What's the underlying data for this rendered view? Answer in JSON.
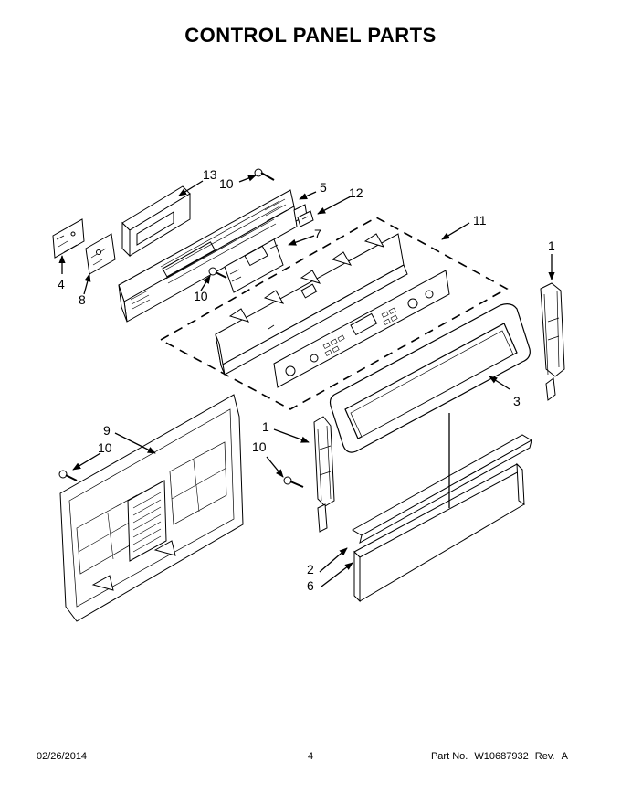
{
  "title": "CONTROL PANEL PARTS",
  "footer": {
    "date": "02/26/2014",
    "page": "4",
    "part_label": "Part No.",
    "part_number": "W10687932",
    "rev_label": "Rev.",
    "rev": "A"
  },
  "callouts": {
    "c13": "13",
    "c10a": "10",
    "c5": "5",
    "c12": "12",
    "c7": "7",
    "c11": "11",
    "c1a": "1",
    "c4": "4",
    "c8": "8",
    "c10b": "10",
    "c3": "3",
    "c9": "9",
    "c10c": "10",
    "c1b": "1",
    "c10d": "10",
    "c2": "2",
    "c6": "6"
  }
}
